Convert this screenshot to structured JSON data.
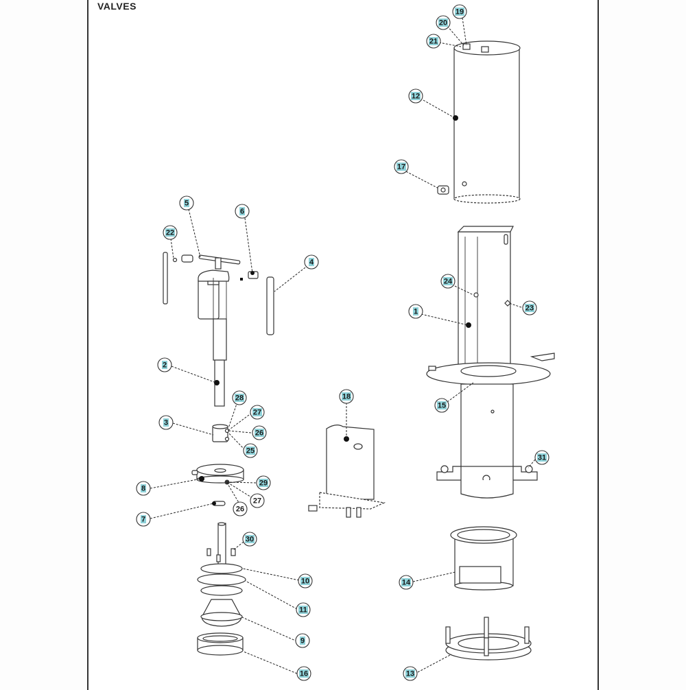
{
  "document": {
    "section_title": "VALVES",
    "callout_fill": "#8fd3da",
    "callout_fill_plain": "#ffffff"
  },
  "callouts": [
    {
      "label": "19",
      "style": "teal"
    },
    {
      "label": "20",
      "style": "teal"
    },
    {
      "label": "21",
      "style": "teal"
    },
    {
      "label": "12",
      "style": "teal"
    },
    {
      "label": "17",
      "style": "teal"
    },
    {
      "label": "5",
      "style": "teal"
    },
    {
      "label": "6",
      "style": "teal"
    },
    {
      "label": "22",
      "style": "teal"
    },
    {
      "label": "4",
      "style": "teal"
    },
    {
      "label": "24",
      "style": "teal"
    },
    {
      "label": "1",
      "style": "teal"
    },
    {
      "label": "23",
      "style": "teal"
    },
    {
      "label": "2",
      "style": "teal"
    },
    {
      "label": "15",
      "style": "teal"
    },
    {
      "label": "18",
      "style": "teal"
    },
    {
      "label": "28",
      "style": "teal"
    },
    {
      "label": "3",
      "style": "teal"
    },
    {
      "label": "27",
      "style": "teal"
    },
    {
      "label": "26",
      "style": "teal"
    },
    {
      "label": "25",
      "style": "teal"
    },
    {
      "label": "31",
      "style": "teal"
    },
    {
      "label": "8",
      "style": "teal"
    },
    {
      "label": "29",
      "style": "teal"
    },
    {
      "label": "27",
      "style": "plain"
    },
    {
      "label": "26",
      "style": "plain"
    },
    {
      "label": "7",
      "style": "teal"
    },
    {
      "label": "30",
      "style": "teal"
    },
    {
      "label": "10",
      "style": "teal"
    },
    {
      "label": "14",
      "style": "teal"
    },
    {
      "label": "11",
      "style": "teal"
    },
    {
      "label": "9",
      "style": "teal"
    },
    {
      "label": "16",
      "style": "teal"
    },
    {
      "label": "13",
      "style": "teal"
    }
  ]
}
